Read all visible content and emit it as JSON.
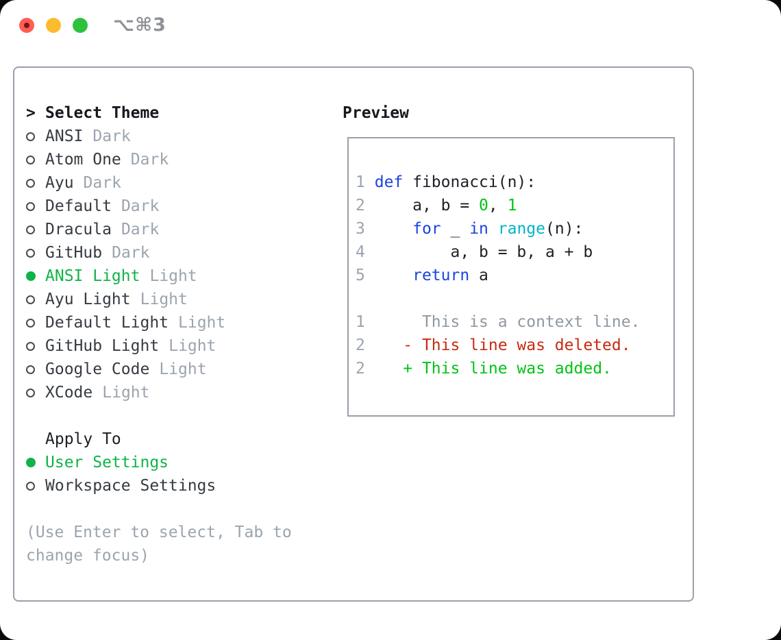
{
  "window": {
    "shortcut_label": "⌥⌘3"
  },
  "colors": {
    "accent_green": "#10b348",
    "code_blue": "#1a44e0",
    "code_cyan": "#00b4c8",
    "code_green": "#00c313",
    "diff_red": "#c9290f",
    "dim_gray": "#9ba4ae",
    "border_gray": "#98a0aa",
    "traffic_red": "#ff5d55",
    "traffic_yellow": "#fdbc2e",
    "traffic_green": "#2dc23e"
  },
  "theme_selector": {
    "prompt": ">",
    "title": "Select Theme",
    "themes": [
      {
        "name": "ANSI",
        "variant": "Dark",
        "selected": false
      },
      {
        "name": "Atom One",
        "variant": "Dark",
        "selected": false
      },
      {
        "name": "Ayu",
        "variant": "Dark",
        "selected": false
      },
      {
        "name": "Default",
        "variant": "Dark",
        "selected": false
      },
      {
        "name": "Dracula",
        "variant": "Dark",
        "selected": false
      },
      {
        "name": "GitHub",
        "variant": "Dark",
        "selected": false
      },
      {
        "name": "ANSI Light",
        "variant": "Light",
        "selected": true
      },
      {
        "name": "Ayu Light",
        "variant": "Light",
        "selected": false
      },
      {
        "name": "Default Light",
        "variant": "Light",
        "selected": false
      },
      {
        "name": "GitHub Light",
        "variant": "Light",
        "selected": false
      },
      {
        "name": "Google Code",
        "variant": "Light",
        "selected": false
      },
      {
        "name": "XCode",
        "variant": "Light",
        "selected": false
      }
    ],
    "apply_to": {
      "title": "Apply To",
      "options": [
        {
          "name": "User Settings",
          "selected": true
        },
        {
          "name": "Workspace Settings",
          "selected": false
        }
      ]
    },
    "hint_lines": [
      "(Use Enter to select, Tab to",
      "change focus)"
    ]
  },
  "preview": {
    "title": "Preview",
    "lines": [
      [
        {
          "t": "1",
          "c": "ln"
        },
        {
          "t": " ",
          "c": "pl"
        },
        {
          "t": "def",
          "c": "kw"
        },
        {
          "t": " fibonacci(n):",
          "c": "pl"
        }
      ],
      [
        {
          "t": "2",
          "c": "ln"
        },
        {
          "t": "     ",
          "c": "pl"
        },
        {
          "t": "a, b = ",
          "c": "pl"
        },
        {
          "t": "0",
          "c": "gn"
        },
        {
          "t": ", ",
          "c": "pl"
        },
        {
          "t": "1",
          "c": "gn"
        }
      ],
      [
        {
          "t": "3",
          "c": "ln"
        },
        {
          "t": "     ",
          "c": "pl"
        },
        {
          "t": "for",
          "c": "kw"
        },
        {
          "t": " _ ",
          "c": "pl"
        },
        {
          "t": "in",
          "c": "kw"
        },
        {
          "t": " ",
          "c": "pl"
        },
        {
          "t": "range",
          "c": "cy"
        },
        {
          "t": "(n):",
          "c": "pl"
        }
      ],
      [
        {
          "t": "4",
          "c": "ln"
        },
        {
          "t": "         ",
          "c": "pl"
        },
        {
          "t": "a, b = b, a + b",
          "c": "pl"
        }
      ],
      [
        {
          "t": "5",
          "c": "ln"
        },
        {
          "t": "     ",
          "c": "pl"
        },
        {
          "t": "return",
          "c": "kw"
        },
        {
          "t": " a",
          "c": "pl"
        }
      ],
      [],
      [
        {
          "t": "1",
          "c": "ln"
        },
        {
          "t": "      This is a context line.",
          "c": "dim"
        }
      ],
      [
        {
          "t": "2",
          "c": "ln"
        },
        {
          "t": "    ",
          "c": "pl"
        },
        {
          "t": "- This line was deleted.",
          "c": "del"
        }
      ],
      [
        {
          "t": "2",
          "c": "ln"
        },
        {
          "t": "    ",
          "c": "pl"
        },
        {
          "t": "+ This line was added.",
          "c": "add"
        }
      ]
    ]
  }
}
